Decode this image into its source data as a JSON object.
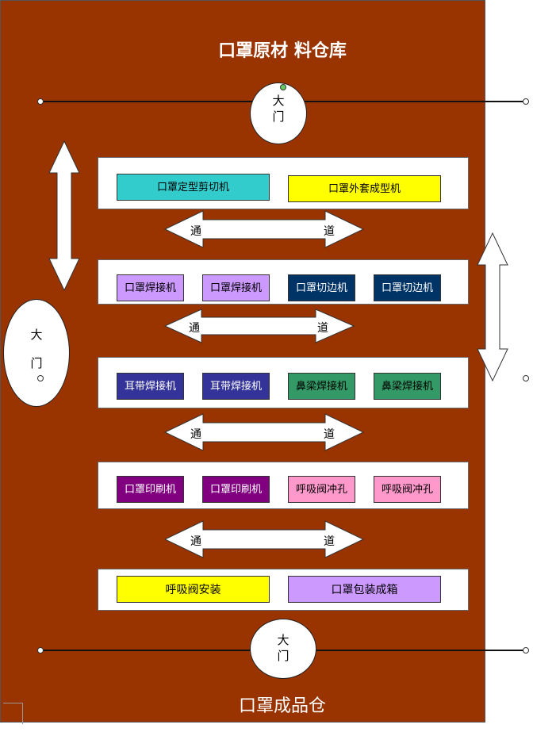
{
  "warehouse_top": {
    "title": "口罩原材 料仓库"
  },
  "warehouse_bottom": {
    "title": "口罩成品仓"
  },
  "doors": {
    "top": [
      "大",
      "门"
    ],
    "left": [
      "大",
      "门"
    ],
    "bottom": [
      "大",
      "门"
    ]
  },
  "rows": [
    {
      "machines": [
        {
          "label": "口罩定型剪切机",
          "bg": "#33CCCC",
          "fg": "#000000"
        },
        {
          "label": "口罩外套成型机",
          "bg": "#FFFF00",
          "fg": "#000000"
        }
      ]
    },
    {
      "machines": [
        {
          "label": "口罩焊接机",
          "bg": "#CC99FF",
          "fg": "#000000"
        },
        {
          "label": "口罩焊接机",
          "bg": "#CC99FF",
          "fg": "#000000"
        },
        {
          "label": "口罩切边机",
          "bg": "#003366",
          "fg": "#FFFFFF"
        },
        {
          "label": "口罩切边机",
          "bg": "#003366",
          "fg": "#FFFFFF"
        }
      ]
    },
    {
      "machines": [
        {
          "label": "耳带焊接机",
          "bg": "#333399",
          "fg": "#FFFFFF"
        },
        {
          "label": "耳带焊接机",
          "bg": "#333399",
          "fg": "#FFFFFF"
        },
        {
          "label": "鼻梁焊接机",
          "bg": "#339966",
          "fg": "#000000"
        },
        {
          "label": "鼻梁焊接机",
          "bg": "#339966",
          "fg": "#000000"
        }
      ]
    },
    {
      "machines": [
        {
          "label": "口罩印刷机",
          "bg": "#800080",
          "fg": "#FFFFFF"
        },
        {
          "label": "口罩印刷机",
          "bg": "#800080",
          "fg": "#FFFFFF"
        },
        {
          "label": "呼吸阀冲孔",
          "bg": "#FF99CC",
          "fg": "#000000"
        },
        {
          "label": "呼吸阀冲孔",
          "bg": "#FF99CC",
          "fg": "#000000"
        }
      ]
    },
    {
      "machines": [
        {
          "label": "呼吸阀安装",
          "bg": "#FFFF00",
          "fg": "#000000"
        },
        {
          "label": "口罩包装成箱",
          "bg": "#CC99FF",
          "fg": "#000000"
        }
      ]
    }
  ],
  "aisle": {
    "left": "通",
    "right": "道"
  },
  "colors": {
    "floor": "#993300",
    "arrow": "#FFFFFF"
  }
}
